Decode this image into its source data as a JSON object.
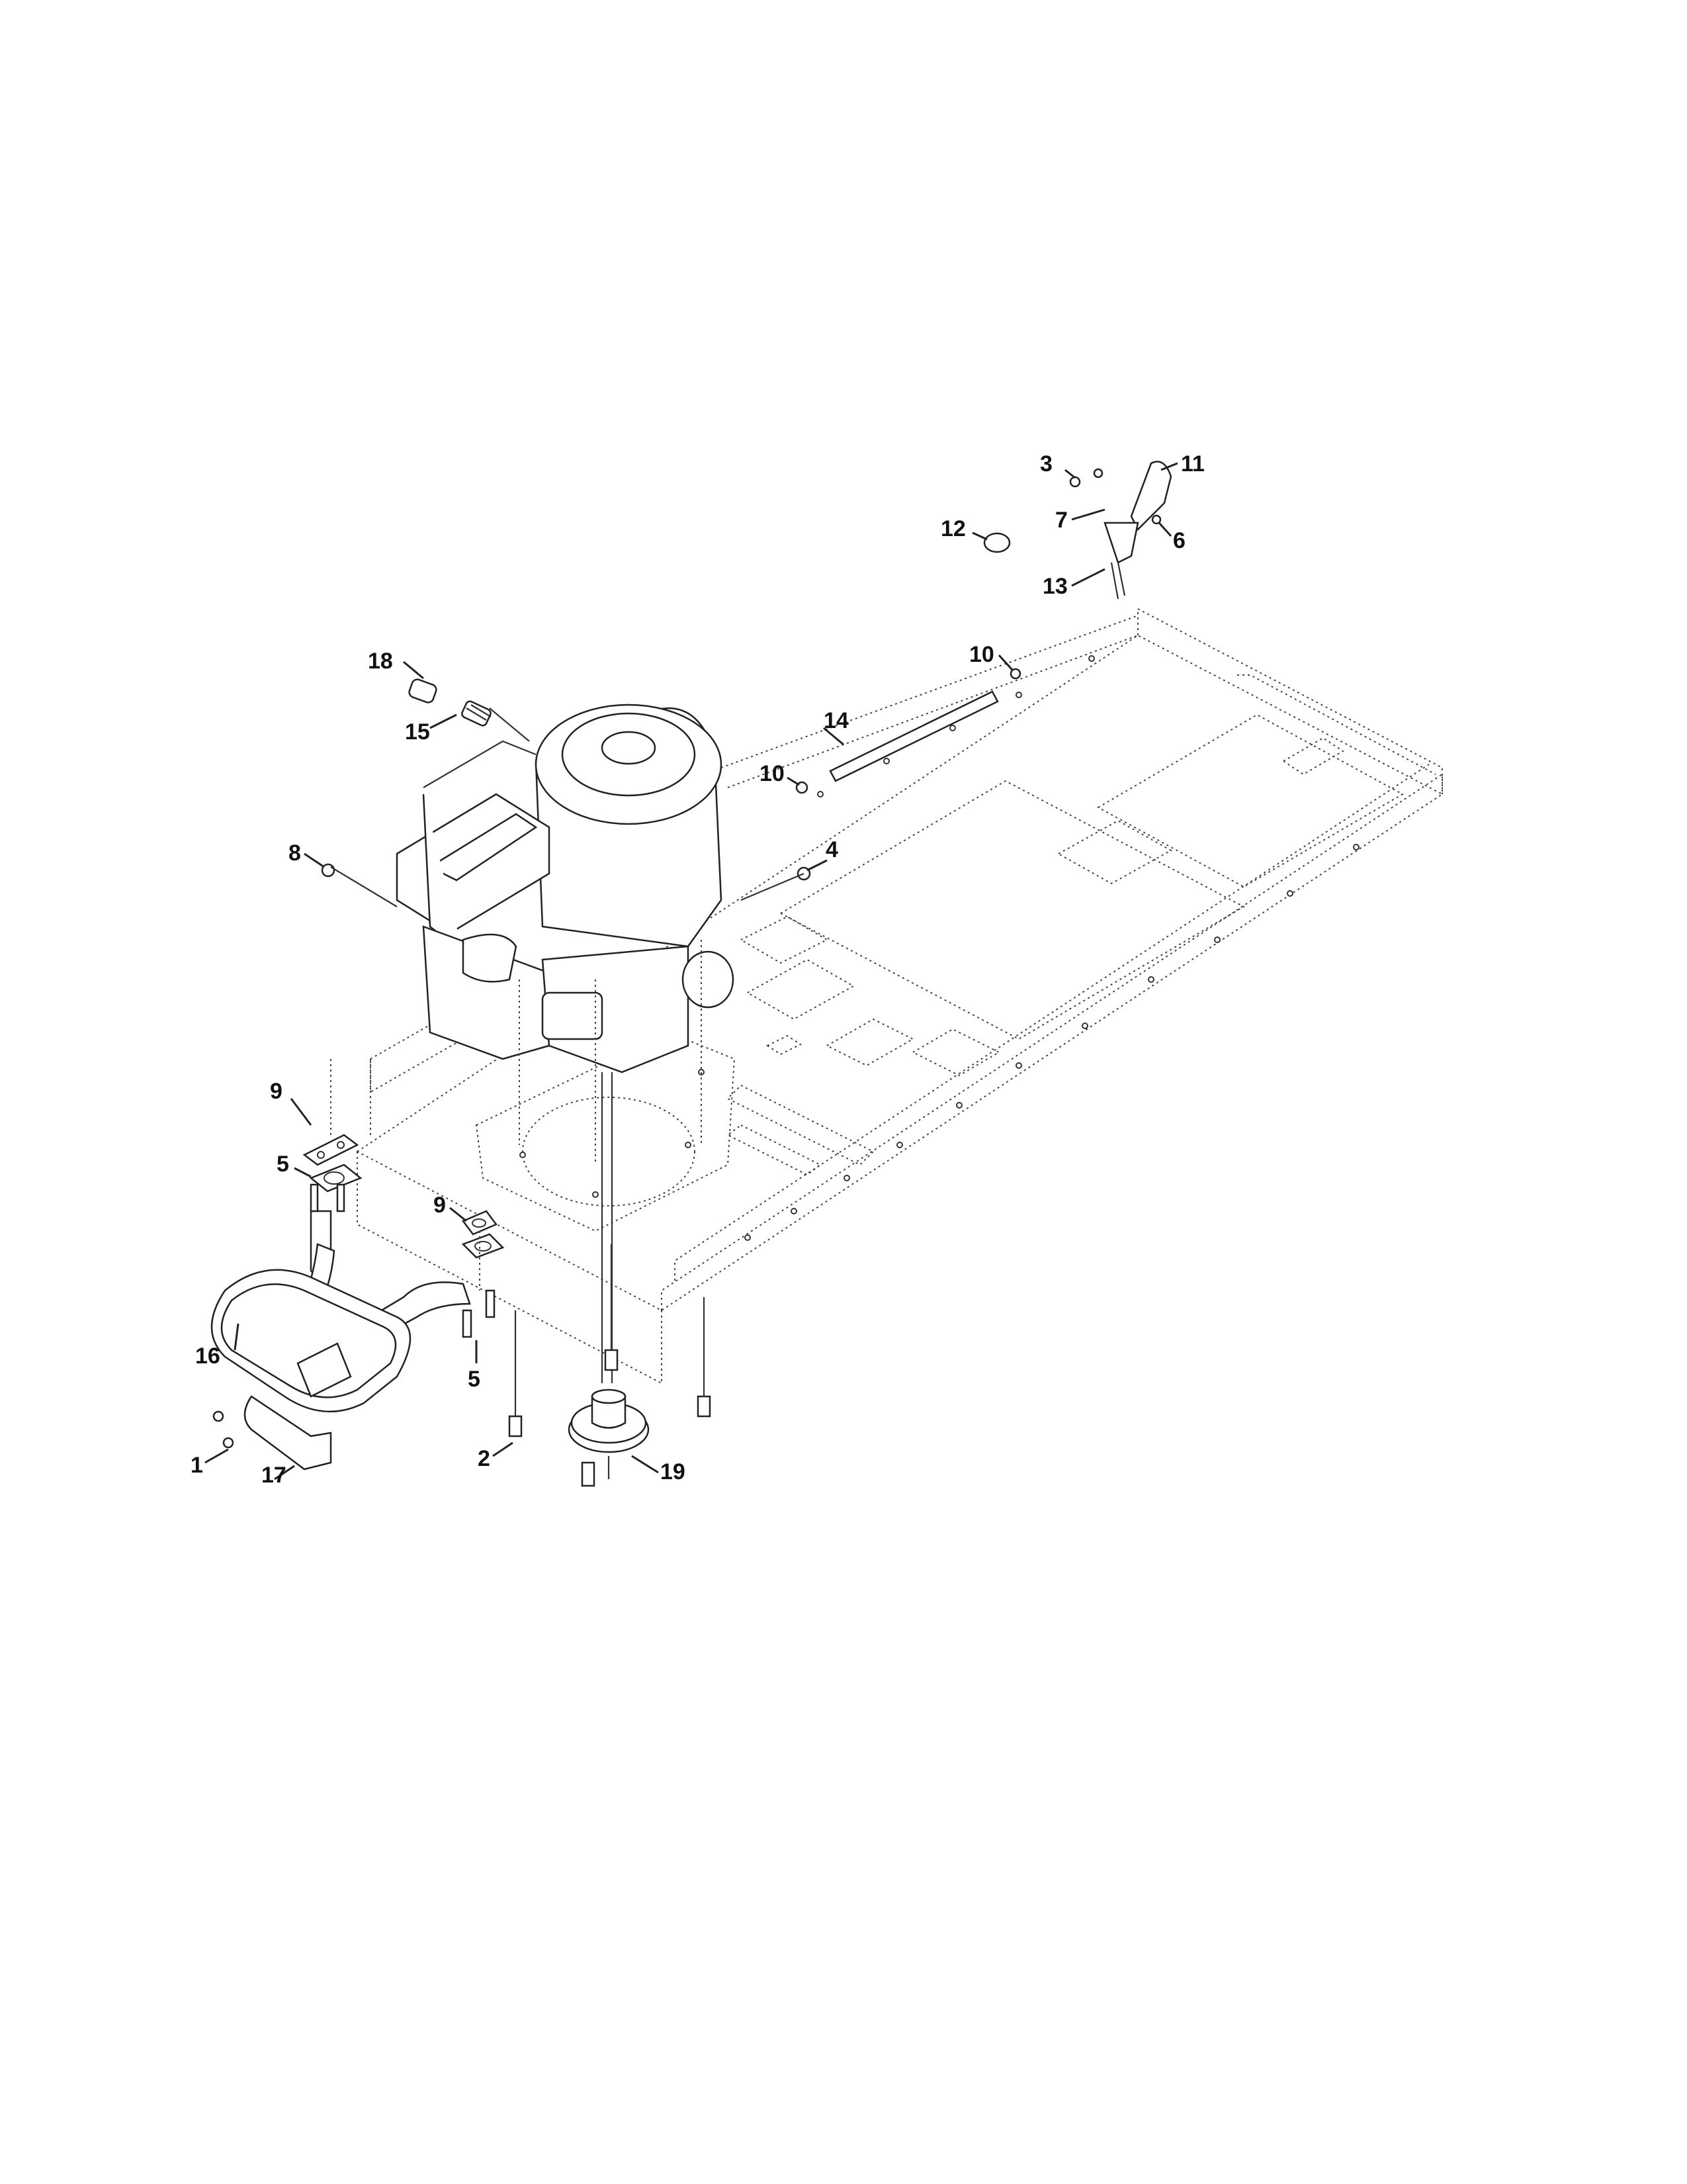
{
  "diagram": {
    "callouts": [
      {
        "id": "c1",
        "text": "1"
      },
      {
        "id": "c2",
        "text": "2"
      },
      {
        "id": "c3",
        "text": "3"
      },
      {
        "id": "c4",
        "text": "4"
      },
      {
        "id": "c5a",
        "text": "5"
      },
      {
        "id": "c5b",
        "text": "5"
      },
      {
        "id": "c6",
        "text": "6"
      },
      {
        "id": "c7",
        "text": "7"
      },
      {
        "id": "c8",
        "text": "8"
      },
      {
        "id": "c9a",
        "text": "9"
      },
      {
        "id": "c9b",
        "text": "9"
      },
      {
        "id": "c10a",
        "text": "10"
      },
      {
        "id": "c10b",
        "text": "10"
      },
      {
        "id": "c11",
        "text": "11"
      },
      {
        "id": "c12",
        "text": "12"
      },
      {
        "id": "c13",
        "text": "13"
      },
      {
        "id": "c14",
        "text": "14"
      },
      {
        "id": "c15",
        "text": "15"
      },
      {
        "id": "c16",
        "text": "16"
      },
      {
        "id": "c17",
        "text": "17"
      },
      {
        "id": "c18",
        "text": "18"
      },
      {
        "id": "c19",
        "text": "19"
      }
    ]
  }
}
